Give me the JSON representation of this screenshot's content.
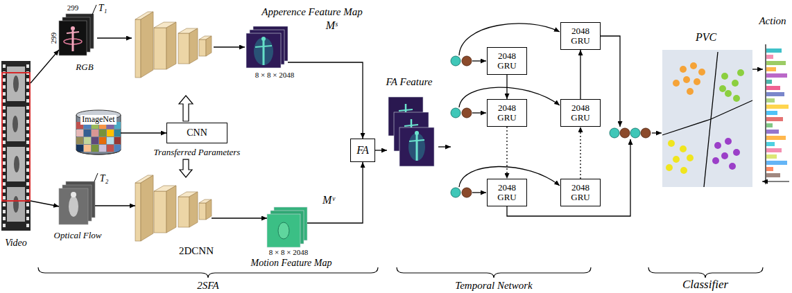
{
  "diagram": {
    "nodes": [
      {
        "text": [
          "Video"
        ]
      },
      {
        "text": [
          "299",
          "299",
          "T₁",
          "RGB"
        ]
      },
      {
        "text": [
          "ImageNet"
        ]
      },
      {
        "text": [
          "CNN",
          "Transferred Parameters"
        ]
      },
      {
        "text": [
          "T₂",
          "Optical Flow"
        ]
      },
      {
        "text": [
          "2DCNN"
        ]
      },
      {
        "text": [
          "Apperence Feature Map",
          "Mˢ",
          "8 × 8 × 2048"
        ]
      },
      {
        "text": [
          "Mᵛ",
          "8 × 8 × 2048",
          "Motion Feature Map"
        ]
      },
      {
        "text": [
          "FA"
        ]
      },
      {
        "text": [
          "FA Feature"
        ]
      },
      {
        "text": [
          "2048 GRU"
        ]
      },
      {
        "text": [
          "2048 GRU"
        ]
      },
      {
        "text": [
          "2048 GRU"
        ]
      },
      {
        "text": [
          "2048 GRU"
        ]
      },
      {
        "text": [
          "2048 GRU"
        ]
      },
      {
        "text": [
          "2048 GRU"
        ]
      },
      {
        "text": [
          "PVC"
        ]
      },
      {
        "text": [
          "Action"
        ]
      }
    ],
    "edges": [
      {
        "from": 0,
        "to": 1,
        "arrow": "to"
      },
      {
        "from": 0,
        "to": 4,
        "arrow": "to"
      },
      {
        "from": 2,
        "to": 3,
        "arrow": "to"
      },
      {
        "from": 3,
        "to": 5,
        "arrow": "to"
      },
      {
        "from": 4,
        "to": 5,
        "arrow": "to"
      },
      {
        "from": 5,
        "to": 7,
        "arrow": "to"
      },
      {
        "from": 6,
        "to": 8,
        "arrow": "to"
      },
      {
        "from": 7,
        "to": 8,
        "arrow": "to"
      },
      {
        "from": 8,
        "to": 9,
        "arrow": "to"
      },
      {
        "from": 10,
        "to": 12,
        "arrow": "to"
      },
      {
        "from": 12,
        "to": 14,
        "arrow": "to"
      },
      {
        "from": 15,
        "to": 13,
        "arrow": "to"
      },
      {
        "from": 13,
        "to": 11,
        "arrow": "to"
      },
      {
        "from": 16,
        "to": 17,
        "arrow": "to"
      }
    ],
    "labels": [
      "2SFA",
      "Temporal Network",
      "Classifier"
    ]
  }
}
